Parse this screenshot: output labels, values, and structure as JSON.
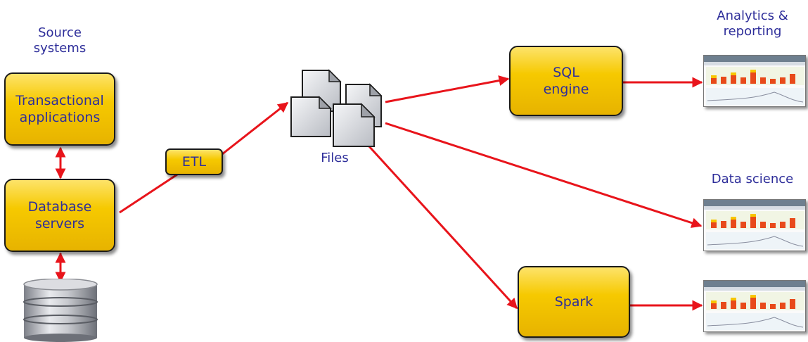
{
  "labels": {
    "source_systems": "Source\nsystems",
    "files": "Files",
    "analytics": "Analytics &\nreporting",
    "data_science": "Data science"
  },
  "boxes": {
    "transactional": "Transactional\napplications",
    "database": "Database\nservers",
    "etl": "ETL",
    "sql": "SQL\nengine",
    "spark": "Spark"
  },
  "colors": {
    "arrow": "#e8141b",
    "box_fill": "#f6c900",
    "text": "#2e2e9a"
  }
}
